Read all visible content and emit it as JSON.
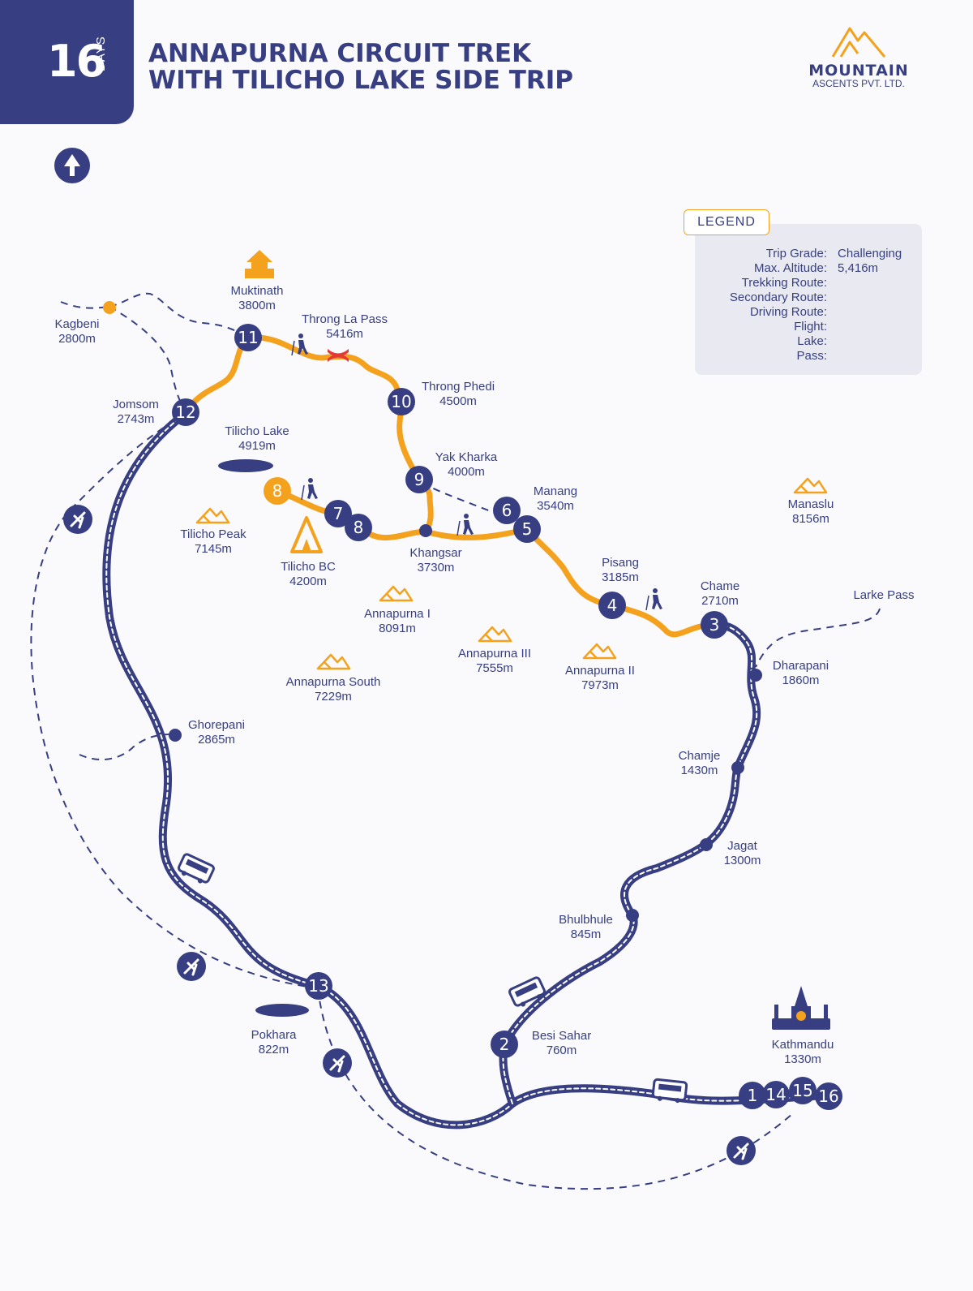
{
  "header": {
    "days_number": "16",
    "days_unit": "DAYS",
    "title_line1": "ANNAPURNA CIRCUIT TREK",
    "title_line2": "WITH TILICHO LAKE SIDE TRIP"
  },
  "brand": {
    "name": "MOUNTAIN",
    "subtitle": "ASCENTS PVT. LTD."
  },
  "legend": {
    "title": "LEGEND",
    "trip_grade_label": "Trip Grade:",
    "trip_grade_value": "Challenging",
    "max_altitude_label": "Max. Altitude:",
    "max_altitude_value": "5,416m",
    "trekking_route_label": "Trekking Route:",
    "secondary_route_label": "Secondary Route:",
    "driving_route_label": "Driving Route:",
    "flight_label": "Flight:",
    "lake_label": "Lake:",
    "pass_label": "Pass:"
  },
  "colors": {
    "navy": "#373f82",
    "orange": "#f4a21d",
    "red": "#e53935",
    "legend_bg": "#e9eaf1"
  },
  "places": {
    "muktinath": {
      "name": "Muktinath",
      "alt": "3800m"
    },
    "kagbeni": {
      "name": "Kagbeni",
      "alt": "2800m"
    },
    "throng_la": {
      "name": "Throng  La Pass",
      "alt": "5416m"
    },
    "throng_phedi": {
      "name": "Throng Phedi",
      "alt": "4500m"
    },
    "jomsom": {
      "name": "Jomsom",
      "alt": "2743m"
    },
    "tilicho_lake": {
      "name": "Tilicho Lake",
      "alt": "4919m"
    },
    "yak_kharka": {
      "name": "Yak Kharka",
      "alt": "4000m"
    },
    "manang": {
      "name": "Manang",
      "alt": "3540m"
    },
    "manaslu": {
      "name": "Manaslu",
      "alt": "8156m"
    },
    "tilicho_peak": {
      "name": "Tilicho Peak",
      "alt": "7145m"
    },
    "tilicho_bc": {
      "name": "Tilicho BC",
      "alt": "4200m"
    },
    "khangsar": {
      "name": "Khangsar",
      "alt": "3730m"
    },
    "pisang": {
      "name": "Pisang",
      "alt": "3185m"
    },
    "chame": {
      "name": "Chame",
      "alt": "2710m"
    },
    "larke_pass": {
      "name": "Larke Pass"
    },
    "annapurna_1": {
      "name": "Annapurna I",
      "alt": "8091m"
    },
    "annapurna_3": {
      "name": "Annapurna III",
      "alt": "7555m"
    },
    "annapurna_2": {
      "name": "Annapurna II",
      "alt": "7973m"
    },
    "annapurna_south": {
      "name": "Annapurna South",
      "alt": "7229m"
    },
    "dharapani": {
      "name": "Dharapani",
      "alt": "1860m"
    },
    "ghorepani": {
      "name": "Ghorepani",
      "alt": "2865m"
    },
    "chamje": {
      "name": "Chamje",
      "alt": "1430m"
    },
    "jagat": {
      "name": "Jagat",
      "alt": "1300m"
    },
    "bhulbhule": {
      "name": "Bhulbhule",
      "alt": "845m"
    },
    "besi_sahar": {
      "name": "Besi Sahar",
      "alt": "760m"
    },
    "kathmandu": {
      "name": "Kathmandu",
      "alt": "1330m"
    },
    "pokhara": {
      "name": "Pokhara",
      "alt": "822m"
    }
  },
  "day_markers": {
    "d1": "1",
    "d2": "2",
    "d3": "3",
    "d4": "4",
    "d5": "5",
    "d6": "6",
    "d7": "7",
    "d8a": "8",
    "d8b": "8",
    "d9": "9",
    "d10": "10",
    "d11": "11",
    "d12": "12",
    "d13": "13",
    "d14": "14",
    "d15": "15",
    "d16": "16"
  }
}
